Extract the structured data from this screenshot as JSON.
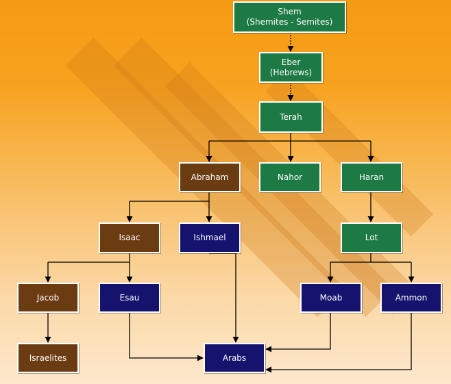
{
  "diagram": {
    "colors": {
      "semitic_line": "#1d7a44",
      "abraham_descendants": "#6b3b12",
      "other_nations": "#15136e",
      "connector": "#000000"
    },
    "nodes": {
      "shem": {
        "line1": "Shem",
        "line2": "(Shemites - Semites)"
      },
      "eber": {
        "line1": "Eber",
        "line2": "(Hebrews)"
      },
      "terah": {
        "label": "Terah"
      },
      "abraham": {
        "label": "Abraham"
      },
      "nahor": {
        "label": "Nahor"
      },
      "haran": {
        "label": "Haran"
      },
      "isaac": {
        "label": "Isaac"
      },
      "ishmael": {
        "label": "Ishmael"
      },
      "lot": {
        "label": "Lot"
      },
      "jacob": {
        "label": "Jacob"
      },
      "esau": {
        "label": "Esau"
      },
      "moab": {
        "label": "Moab"
      },
      "ammon": {
        "label": "Ammon"
      },
      "israelites": {
        "label": "Israelites"
      },
      "arabs": {
        "label": "Arabs"
      }
    }
  }
}
